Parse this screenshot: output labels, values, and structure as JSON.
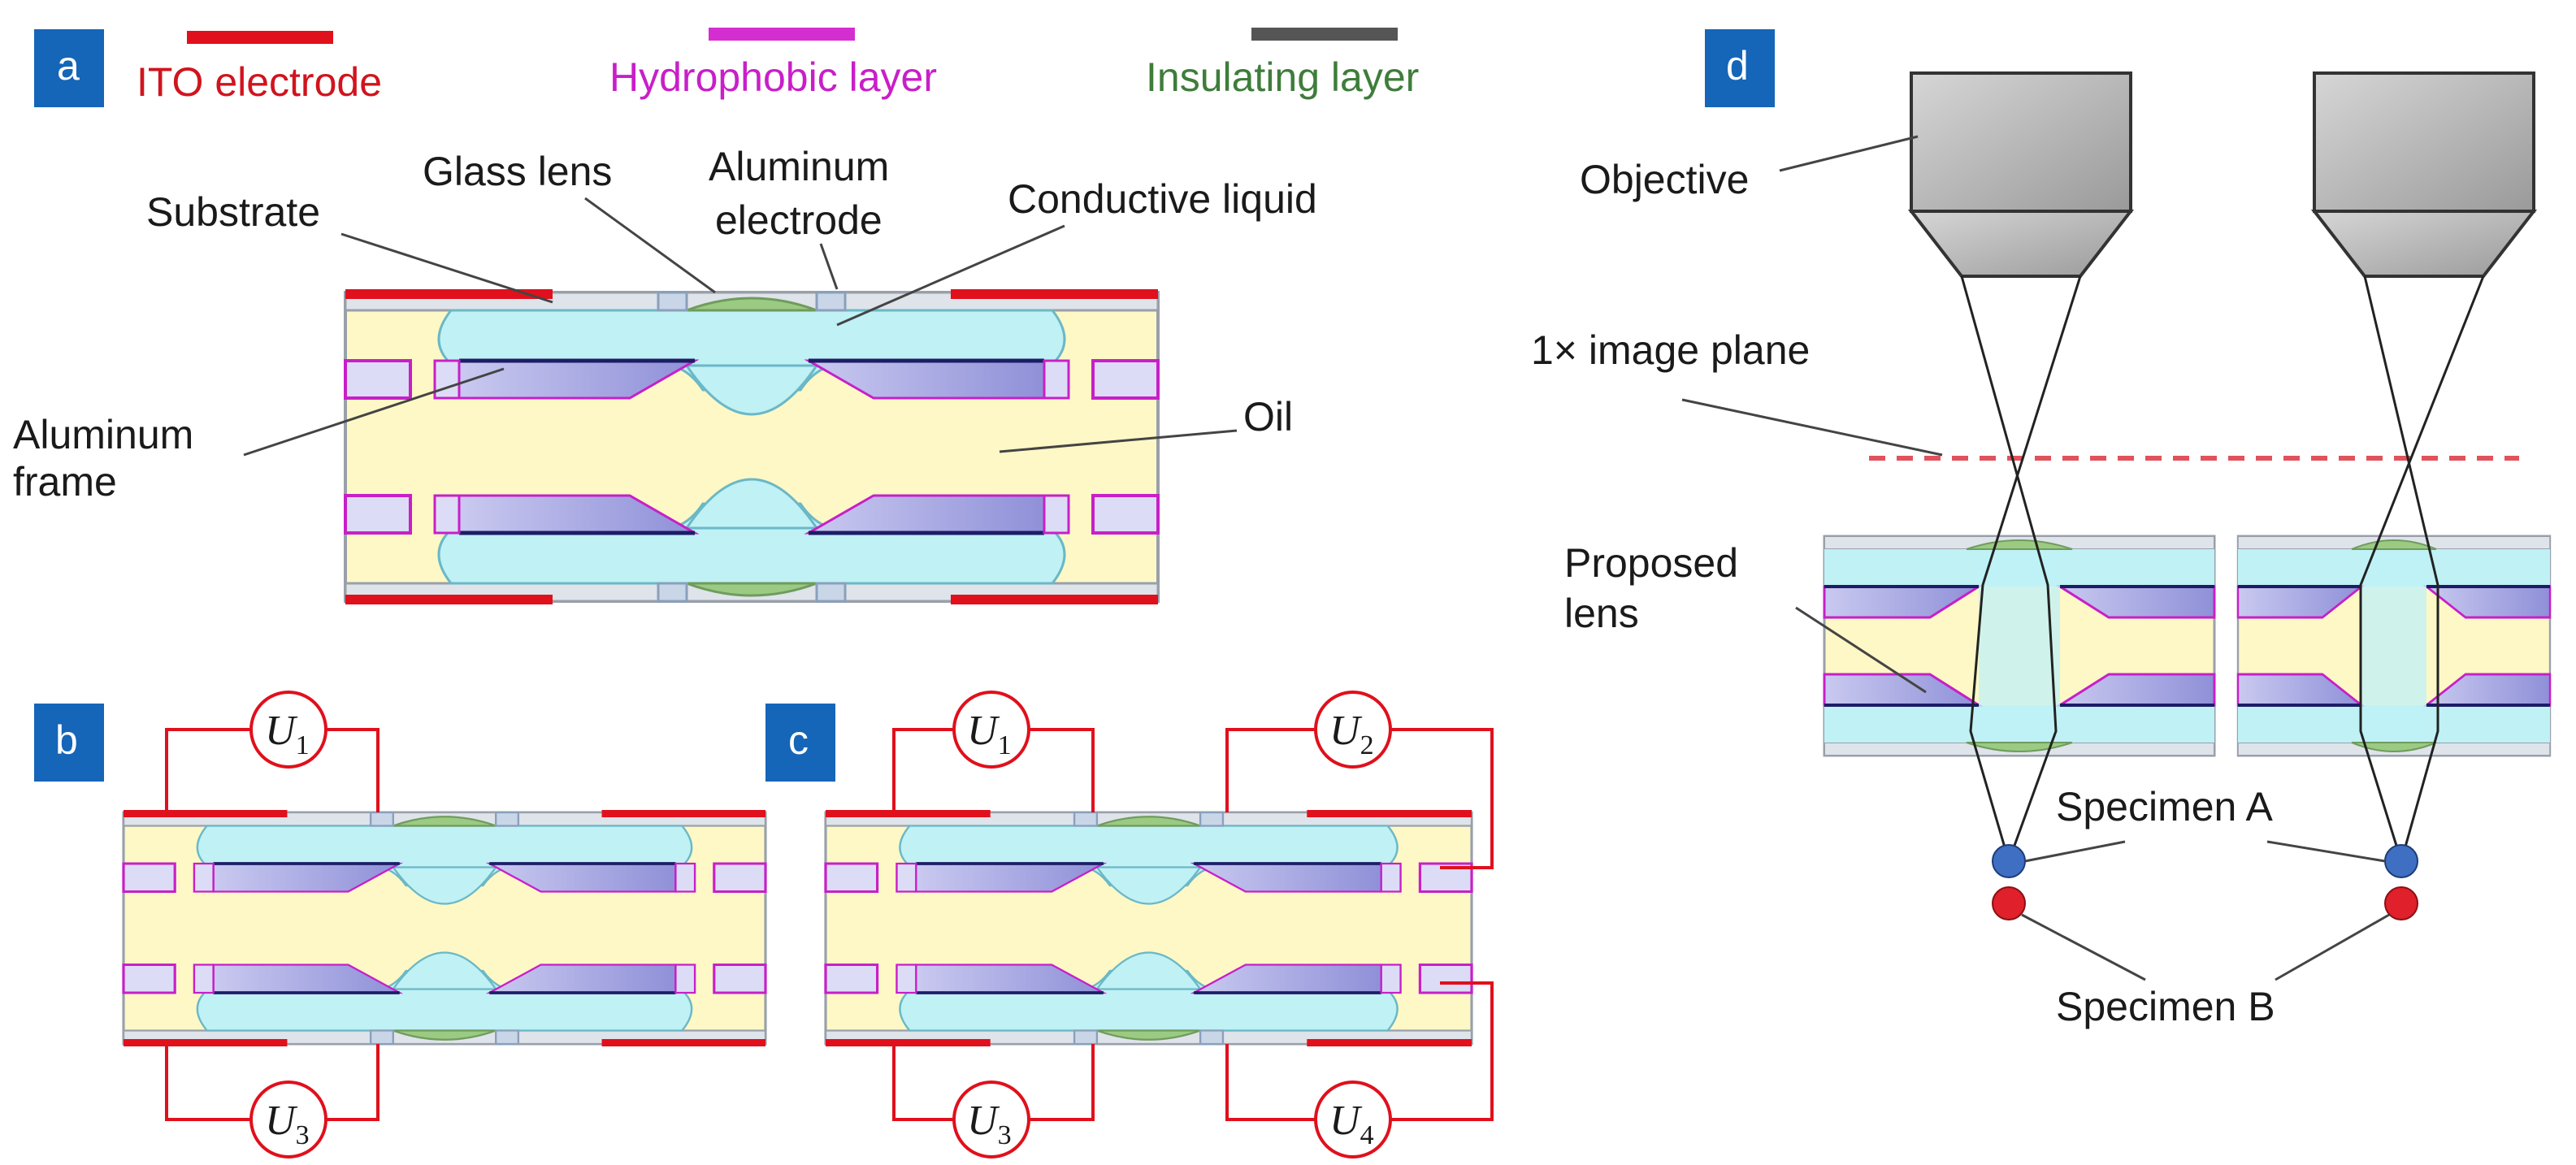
{
  "panels": {
    "a": "a",
    "b": "b",
    "c": "c",
    "d": "d"
  },
  "legend": {
    "ito": "ITO electrode",
    "hydrophobic": "Hydrophobic layer",
    "insulating": "Insulating layer"
  },
  "labels": {
    "substrate": "Substrate",
    "glass_lens": "Glass lens",
    "aluminum_electrode_1": "Aluminum",
    "aluminum_electrode_2": "electrode",
    "conductive_liquid": "Conductive liquid",
    "aluminum_frame_1": "Aluminum",
    "aluminum_frame_2": "frame",
    "oil": "Oil",
    "objective": "Objective",
    "image_plane": "1× image plane",
    "proposed_lens_1": "Proposed",
    "proposed_lens_2": "lens",
    "specimen_a": "Specimen A",
    "specimen_b": "Specimen B"
  },
  "voltages": {
    "u1_main": "U",
    "u1_sub": "1",
    "u2_main": "U",
    "u2_sub": "2",
    "u3_main": "U",
    "u3_sub": "3",
    "u4_main": "U",
    "u4_sub": "4"
  },
  "colors": {
    "ito": "#e0101c",
    "hydrophobic": "#d42ed0",
    "insulating": "#555555",
    "oil": "#fdf8c6",
    "conductive_liquid": "#bff1f5",
    "glass_lens": "#9bca82",
    "frame": "#b7b8ea",
    "substrate": "#d9dde4",
    "panel_tag": "#1565b8",
    "specimen_a": "#3e6fc2",
    "specimen_b": "#e0202a"
  }
}
